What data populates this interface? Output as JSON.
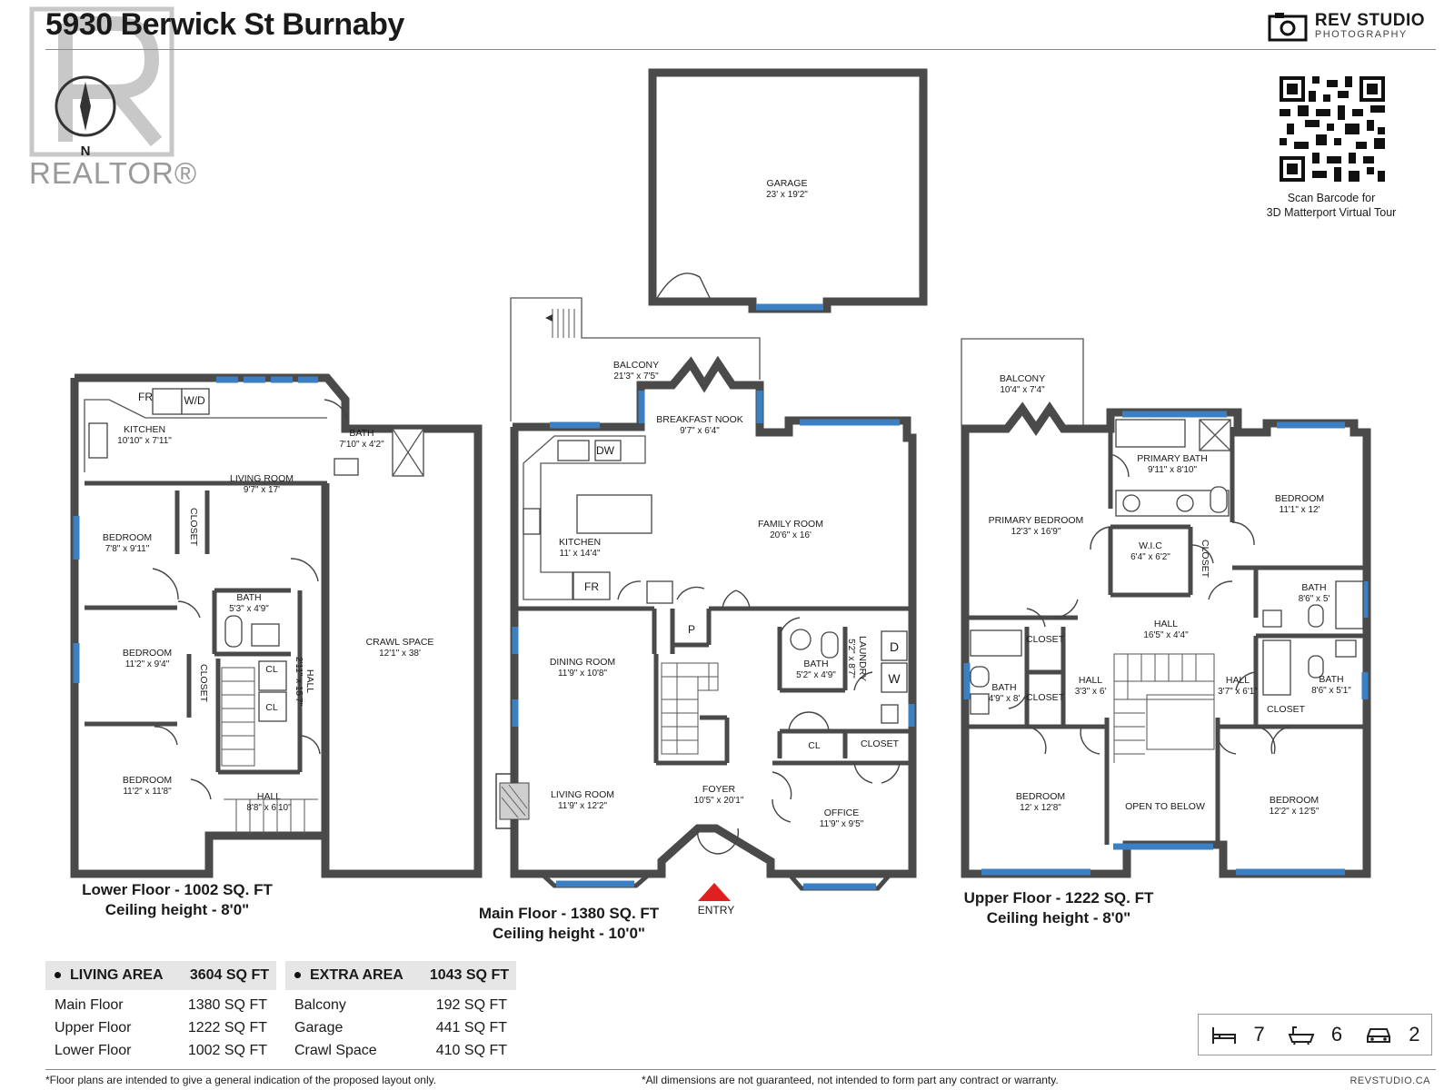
{
  "header": {
    "address": "5930 Berwick St Burnaby",
    "brand_name": "REV STUDIO",
    "brand_sub": "PHOTOGRAPHY",
    "realtor_mark": "REALTOR®",
    "compass_letter": "N",
    "qr_caption_1": "Scan Barcode for",
    "qr_caption_2": "3D Matterport Virtual Tour"
  },
  "floors": {
    "lower": {
      "caption_1": "Lower Floor - 1002 SQ. FT",
      "caption_2": "Ceiling height - 8'0\"",
      "rooms": [
        {
          "name": "KITCHEN",
          "dim": "10'10\" x 7'11\""
        },
        {
          "name": "LIVING ROOM",
          "dim": "9'7\" x 17'"
        },
        {
          "name": "BATH",
          "dim": "7'10\" x 4'2\""
        },
        {
          "name": "BEDROOM",
          "dim": "7'8\" x 9'11\""
        },
        {
          "name": "BATH",
          "dim": "5'3\" x 4'9\""
        },
        {
          "name": "BEDROOM",
          "dim": "11'2\" x 9'4\""
        },
        {
          "name": "CRAWL SPACE",
          "dim": "12'1\" x 38'"
        },
        {
          "name": "BEDROOM",
          "dim": "11'2\" x 11'8\""
        },
        {
          "name": "HALL",
          "dim": "8'8\" x 6'10\""
        },
        {
          "name": "HALL",
          "dim": "2'11\" x 15'7\""
        }
      ],
      "labels": [
        "FR",
        "W/D",
        "CLOSET",
        "CLOSET",
        "CL",
        "CL"
      ]
    },
    "main": {
      "caption_1": "Main Floor - 1380 SQ. FT",
      "caption_2": "Ceiling height - 10'0\"",
      "rooms": [
        {
          "name": "GARAGE",
          "dim": "23' x 19'2\""
        },
        {
          "name": "BALCONY",
          "dim": "21'3\" x 7'5\""
        },
        {
          "name": "BREAKFAST NOOK",
          "dim": "9'7\" x 6'4\""
        },
        {
          "name": "KITCHEN",
          "dim": "11' x 14'4\""
        },
        {
          "name": "FAMILY ROOM",
          "dim": "20'6\" x 16'"
        },
        {
          "name": "DINING ROOM",
          "dim": "11'9\" x 10'8\""
        },
        {
          "name": "BATH",
          "dim": "5'2\" x 4'9\""
        },
        {
          "name": "LAUNDRY",
          "dim": "5'2\" x 8'7\""
        },
        {
          "name": "LIVING ROOM",
          "dim": "11'9\" x 12'2\""
        },
        {
          "name": "FOYER",
          "dim": "10'5\" x 20'1\""
        },
        {
          "name": "OFFICE",
          "dim": "11'9\" x 9'5\""
        }
      ],
      "labels": [
        "DW",
        "FR",
        "P",
        "CL",
        "CLOSET",
        "D",
        "W"
      ],
      "entry": "ENTRY"
    },
    "upper": {
      "caption_1": "Upper Floor - 1222 SQ. FT",
      "caption_2": "Ceiling height - 8'0\"",
      "rooms": [
        {
          "name": "BALCONY",
          "dim": "10'4\" x 7'4\""
        },
        {
          "name": "PRIMARY BATH",
          "dim": "9'11\" x 8'10\""
        },
        {
          "name": "BEDROOM",
          "dim": "11'1\" x 12'"
        },
        {
          "name": "PRIMARY BEDROOM",
          "dim": "12'3\" x 16'9\""
        },
        {
          "name": "W.I.C",
          "dim": "6'4\" x 6'2\""
        },
        {
          "name": "HALL",
          "dim": "16'5\" x 4'4\""
        },
        {
          "name": "BATH",
          "dim": "8'6\" x 5'"
        },
        {
          "name": "BATH",
          "dim": "4'9\" x 8'"
        },
        {
          "name": "HALL",
          "dim": "3'3\" x 6'"
        },
        {
          "name": "HALL",
          "dim": "3'7\" x 6'1\""
        },
        {
          "name": "BATH",
          "dim": "8'6\" x 5'1\""
        },
        {
          "name": "BEDROOM",
          "dim": "12' x 12'8\""
        },
        {
          "name": "OPEN TO BELOW",
          "dim": ""
        },
        {
          "name": "BEDROOM",
          "dim": "12'2\" x 12'5\""
        }
      ],
      "labels": [
        "CLOSET",
        "CLOSET",
        "CLOSET",
        "CLOSET"
      ]
    }
  },
  "living_area": {
    "header": "LIVING AREA",
    "total": "3604 SQ FT",
    "rows": [
      {
        "label": "Main Floor",
        "value": "1380 SQ FT"
      },
      {
        "label": "Upper Floor",
        "value": "1222 SQ FT"
      },
      {
        "label": "Lower Floor",
        "value": "1002 SQ FT"
      }
    ]
  },
  "extra_area": {
    "header": "EXTRA AREA",
    "total": "1043 SQ FT",
    "rows": [
      {
        "label": "Balcony",
        "value": "192 SQ FT"
      },
      {
        "label": "Garage",
        "value": "441 SQ FT"
      },
      {
        "label": "Crawl Space",
        "value": "410 SQ FT"
      }
    ]
  },
  "summary": {
    "beds": "7",
    "baths": "6",
    "parking": "2",
    "icons": [
      "bed-icon",
      "bathtub-icon",
      "car-icon"
    ]
  },
  "footer": {
    "left": "*Floor plans are intended to give a general indication of the proposed layout only.",
    "right": "*All dimensions are not guaranteed, not intended to form part any contract or warranty.",
    "site": "REVSTUDIO.CA"
  },
  "colors": {
    "wall": "#4a4a4a",
    "window": "#3b7fc4",
    "entry_arrow": "#e02020",
    "table_header": "#e6e6e6"
  }
}
